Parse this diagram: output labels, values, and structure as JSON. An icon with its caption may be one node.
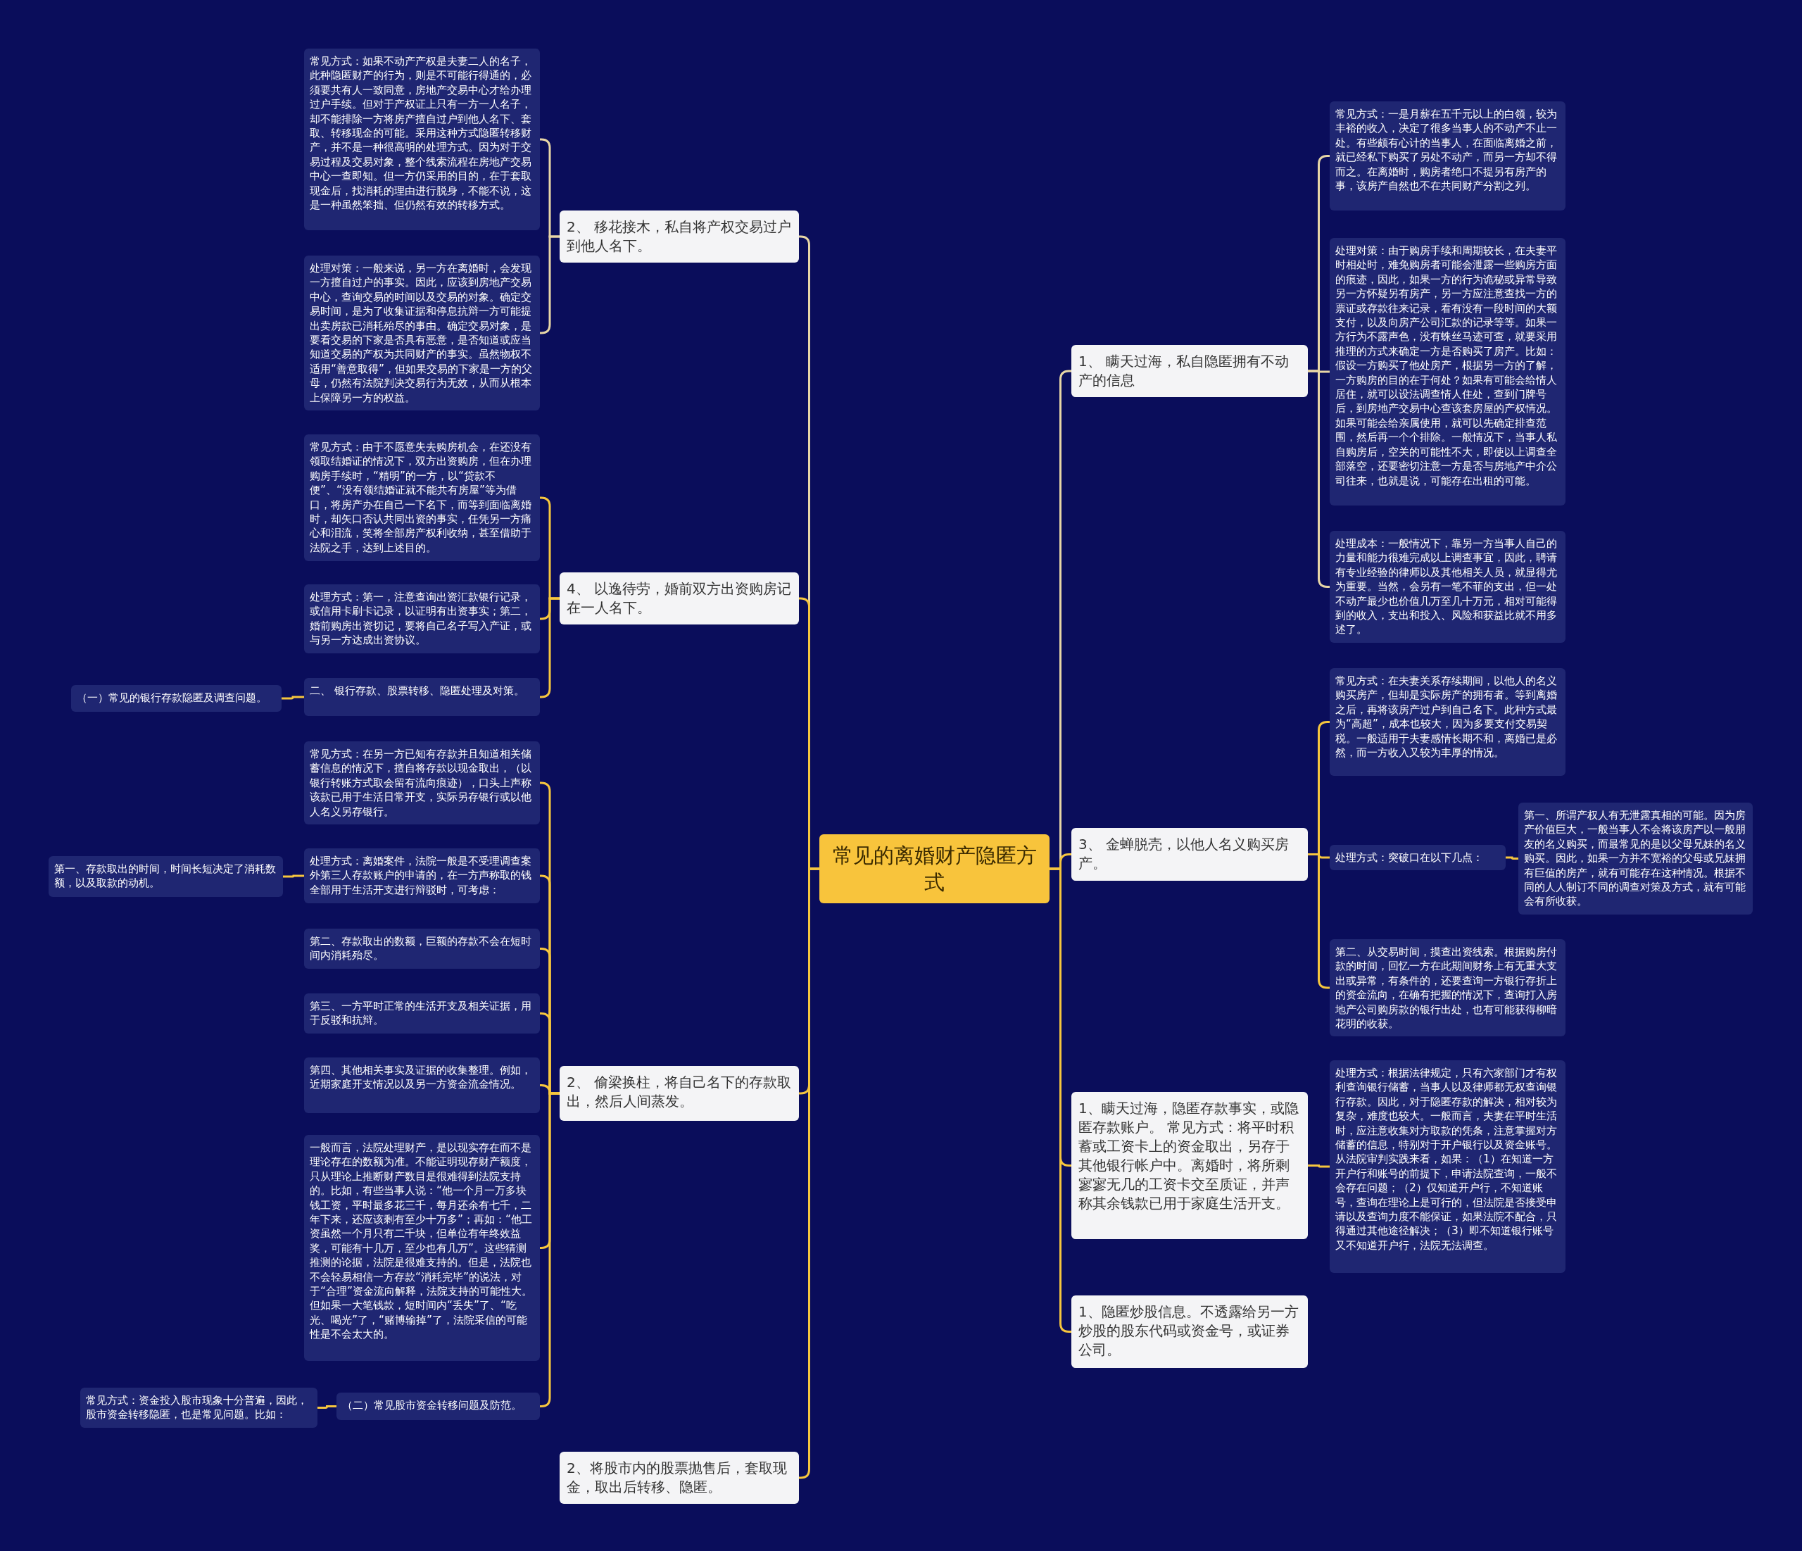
{
  "diagram": {
    "nodes": [
      {
        "text": [
          "常见的离婚财产隐匿方式"
        ]
      },
      {
        "text": [
          "1、 瞒天过海，私自隐匿拥有不动产的信息"
        ]
      },
      {
        "text": [
          "常见方式：一是月薪在五千元以上的白领，较为丰裕的收入，决定了很多当事人的不动产不止一处。有些颇有心计的当事人，在面临离婚之前，就已经私下购买了另处不动产，而另一方却不得而之。在离婚时，购房者绝口不提另有房产的事，该房产自然也不在共同财产分割之列。"
        ]
      },
      {
        "text": [
          "处理对策：由于购房手续和周期较长，在夫妻平时相处时，难免购房者可能会泄露一些购房方面的痕迹，因此，如果一方的行为诡秘或异常导致另一方怀疑另有房产，另一方应注意查找一方的票证或存款往来记录，看有没有一段时间的大额支付，以及向房产公司汇款的记录等等。如果一方行为不露声色，没有蛛丝马迹可查，就要采用推理的方式来确定一方是否购买了房产。比如：假设一方购买了他处房产，根据另一方的了解，一方购房的目的在于何处？如果有可能会给情人居住，就可以设法调查情人住处，查到门牌号后，到房地产交易中心查该套房屋的产权情况。如果可能会给亲属使用，就可以先确定排查范围，然后再一个个排除。一般情况下，当事人私自购房后，空关的可能性不大，即使以上调查全部落空，还要密切注意一方是否与房地产中介公司往来，也就是说，可能存在出租的可能。"
        ]
      },
      {
        "text": [
          "处理成本：一般情况下，靠另一方当事人自己的力量和能力很难完成以上调查事宜，因此，聘请有专业经验的律师以及其他相关人员，就显得尤为重要。当然，会另有一笔不菲的支出，但一处不动产最少也价值几万至几十万元，相对可能得到的收入，支出和投入、风险和获益比就不用多述了。"
        ]
      },
      {
        "text": [
          "3、 金蝉脱壳，以他人名义购买房产。"
        ]
      },
      {
        "text": [
          "常见方式：在夫妻关系存续期间，以他人的名义购买房产，但却是实际房产的拥有者。等到离婚之后，再将该房产过户到自己名下。此种方式最为“高超”，成本也较大，因为多要支付交易契税。一般适用于夫妻感情长期不和，离婚已是必然，而一方收入又较为丰厚的情况。"
        ]
      },
      {
        "text": [
          "处理方式：突破口在以下几点："
        ]
      },
      {
        "text": [
          "第一、所谓产权人有无泄露真相的可能。因为房产价值巨大，一般当事人不会将该房产以一般朋友的名义购买，而最常见的是以父母兄妹的名义购买。因此，如果一方并不宽裕的父母或兄妹拥有巨值的房产，就有可能存在这种情况。根据不同的人人制订不同的调查对策及方式，就有可能会有所收获。"
        ]
      },
      {
        "text": [
          "第二、从交易时间，摸查出资线索。根据购房付款的时间，回忆一方在此期间财务上有无重大支出或异常，有条件的，还要查询一方银行存折上的资金流向，在确有把握的情况下，查询打入房地产公司购房款的银行出处，也有可能获得柳暗花明的收获。"
        ]
      },
      {
        "text": [
          "1、瞒天过海，隐匿存款事实，或隐匿存款账户。 常见方式：将平时积蓄或工资卡上的资金取出，另存于其他银行帐户中。离婚时，将所剩寥寥无几的工资卡交至质证，并声称其余钱款已用于家庭生活开支。"
        ]
      },
      {
        "text": [
          "处理方式：根据法律规定，只有六家部门才有权利查询银行储蓄，当事人以及律师都无权查询银行存款。因此，对于隐匿存款的解决，相对较为复杂，难度也较大。一般而言，夫妻在平时生活时，应注意收集对方取款的凭条，注意掌握对方储蓄的信息，特别对于开户银行以及资金账号。从法院审判实践来看，如果：（1）在知道一方开户行和账号的前提下，申请法院查询，一般不会存在问题；（2）仅知道开户行，不知道账号，查询在理论上是可行的，但法院是否接受申请以及查询力度不能保证，如果法院不配合，只得通过其他途径解决；（3）即不知道银行账号又不知道开户行，法院无法调查。"
        ]
      },
      {
        "text": [
          "1、隐匿炒股信息。不透露给另一方炒股的股东代码或资金号，或证券公司。"
        ]
      },
      {
        "text": [
          "2、 移花接木，私自将产权交易过户到他人名下。"
        ]
      },
      {
        "text": [
          "常见方式：如果不动产产权是夫妻二人的名子，此种隐匿财产的行为，则是不可能行得通的，必须要共有人一致同意，房地产交易中心才给办理过户手续。但对于产权证上只有一方一人名子，却不能排除一方将房产擅自过户到他人名下、套取、转移现金的可能。采用这种方式隐匿转移财产，并不是一种很高明的处理方式。因为对于交易过程及交易对象，整个线索流程在房地产交易中心一查即知。但一方仍采用的目的，在于套取现金后，找消耗的理由进行脱身，不能不说，这是一种虽然笨拙、但仍然有效的转移方式。"
        ]
      },
      {
        "text": [
          "处理对策：一般来说，另一方在离婚时，会发现一方擅自过户的事实。因此，应该到房地产交易中心，查询交易的时间以及交易的对象。确定交易时间，是为了收集证据和停息抗辩一方可能提出卖房款已消耗殆尽的事由。确定交易对象，是要看交易的下家是否具有恶意，是否知道或应当知道交易的产权为共同财产的事实。虽然物权不适用“善意取得”，但如果交易的下家是一方的父母，仍然有法院判决交易行为无效，从而从根本上保障另一方的权益。"
        ]
      },
      {
        "text": [
          "4、 以逸待劳，婚前双方出资购房记在一人名下。"
        ]
      },
      {
        "text": [
          "常见方式：由于不愿意失去购房机会，在还没有领取结婚证的情况下，双方出资购房，但在办理购房手续时，“精明”的一方，以“贷款不便”、“没有领结婚证就不能共有房屋”等为借口，将房产办在自己一下名下，而等到面临离婚时，却矢口否认共同出资的事实，任凭另一方痛心和泪流，笑将全部房产权利收纳，甚至借助于法院之手，达到上述目的。"
        ]
      },
      {
        "text": [
          "处理方式：第一，注意查询出资汇款银行记录，或信用卡刷卡记录，以证明有出资事实；第二，婚前购房出资切记，要将自己名子写入产证，或与另一方达成出资协议。"
        ]
      },
      {
        "text": [
          "二、 银行存款、股票转移、隐匿处理及对策。"
        ]
      },
      {
        "text": [
          "（一）常见的银行存款隐匿及调查问题。"
        ]
      },
      {
        "text": [
          "2、 偷梁换柱，将自己名下的存款取出，然后人间蒸发。"
        ]
      },
      {
        "text": [
          "常见方式：在另一方已知有存款并且知道相关储蓄信息的情况下，擅自将存款以现金取出，（以银行转账方式取会留有流向痕迹），口头上声称该款已用于生活日常开支，实际另存银行或以他人名义另存银行。"
        ]
      },
      {
        "text": [
          "处理方式：离婚案件，法院一般是不受理调查案外第三人存款账户的申请的，在一方声称取的钱全部用于生活开支进行辩驳时，可考虑："
        ]
      },
      {
        "text": [
          "第一、存款取出的时间，时间长短决定了消耗数额，以及取款的动机。"
        ]
      },
      {
        "text": [
          "第二、存款取出的数额，巨额的存款不会在短时间内消耗殆尽。"
        ]
      },
      {
        "text": [
          "第三、一方平时正常的生活开支及相关证据，用于反驳和抗辩。"
        ]
      },
      {
        "text": [
          "第四、其他相关事实及证据的收集整理。例如，近期家庭开支情况以及另一方资金流金情况。"
        ]
      },
      {
        "text": [
          "一般而言，法院处理财产，是以现实存在而不是理论存在的数额为准。不能证明现存财产额度，只从理论上推断财产数目是很难得到法院支持的。比如，有些当事人说：“他一个月一万多块钱工资，平时最多花三千，每月还余有七千，二年下来，还应该剩有至少十万多”；再如：“他工资虽然一个月只有二千块，但单位有年终效益奖，可能有十几万，至少也有几万”。这些猜测推测的论据，法院是很难支持的。但是，法院也不会轻易相信一方存款“消耗完毕”的说法，对于“合理”资金流向解释，法院支持的可能性大。但如果一大笔钱款，短时间内“丢失”了、“吃光、喝光”了，“赌博输掉”了，法院采信的可能性是不会太大的。"
        ]
      },
      {
        "text": [
          "（二）常见股市资金转移问题及防范。"
        ]
      },
      {
        "text": [
          "常见方式：资金投入股市现象十分普遍，因此，股市资金转移隐匿，也是常见问题。比如："
        ]
      },
      {
        "text": [
          "2、将股市内的股票抛售后，套取现金，取出后转移、隐匿。"
        ]
      }
    ],
    "edges": [
      {
        "from": 0,
        "to": 1,
        "arrow": "none",
        "color": "#e8d6a6"
      },
      {
        "from": 1,
        "to": 2,
        "arrow": "none",
        "color": "#e8d6a6"
      },
      {
        "from": 1,
        "to": 3,
        "arrow": "none",
        "color": "#e8d6a6"
      },
      {
        "from": 1,
        "to": 4,
        "arrow": "none",
        "color": "#e8d6a6"
      },
      {
        "from": 0,
        "to": 5,
        "arrow": "none"
      },
      {
        "from": 5,
        "to": 6,
        "arrow": "none"
      },
      {
        "from": 5,
        "to": 7,
        "arrow": "none"
      },
      {
        "from": 7,
        "to": 8,
        "arrow": "none"
      },
      {
        "from": 5,
        "to": 9,
        "arrow": "none"
      },
      {
        "from": 0,
        "to": 10,
        "arrow": "none"
      },
      {
        "from": 10,
        "to": 11,
        "arrow": "none"
      },
      {
        "from": 0,
        "to": 12,
        "arrow": "none"
      },
      {
        "from": 0,
        "to": 13,
        "arrow": "none",
        "color": "#e8d6a6"
      },
      {
        "from": 13,
        "to": 14,
        "arrow": "none",
        "color": "#e8d6a6"
      },
      {
        "from": 13,
        "to": 15,
        "arrow": "none",
        "color": "#e8d6a6"
      },
      {
        "from": 0,
        "to": 16,
        "arrow": "none"
      },
      {
        "from": 16,
        "to": 17,
        "arrow": "none"
      },
      {
        "from": 16,
        "to": 18,
        "arrow": "none"
      },
      {
        "from": 16,
        "to": 19,
        "arrow": "none"
      },
      {
        "from": 19,
        "to": 20,
        "arrow": "none"
      },
      {
        "from": 0,
        "to": 21,
        "arrow": "none"
      },
      {
        "from": 21,
        "to": 22,
        "arrow": "none"
      },
      {
        "from": 21,
        "to": 23,
        "arrow": "none"
      },
      {
        "from": 23,
        "to": 24,
        "arrow": "none"
      },
      {
        "from": 21,
        "to": 25,
        "arrow": "none"
      },
      {
        "from": 21,
        "to": 26,
        "arrow": "none"
      },
      {
        "from": 21,
        "to": 27,
        "arrow": "none"
      },
      {
        "from": 21,
        "to": 28,
        "arrow": "none"
      },
      {
        "from": 21,
        "to": 29,
        "arrow": "none"
      },
      {
        "from": 29,
        "to": 30,
        "arrow": "none"
      },
      {
        "from": 0,
        "to": 31,
        "arrow": "none"
      }
    ]
  }
}
